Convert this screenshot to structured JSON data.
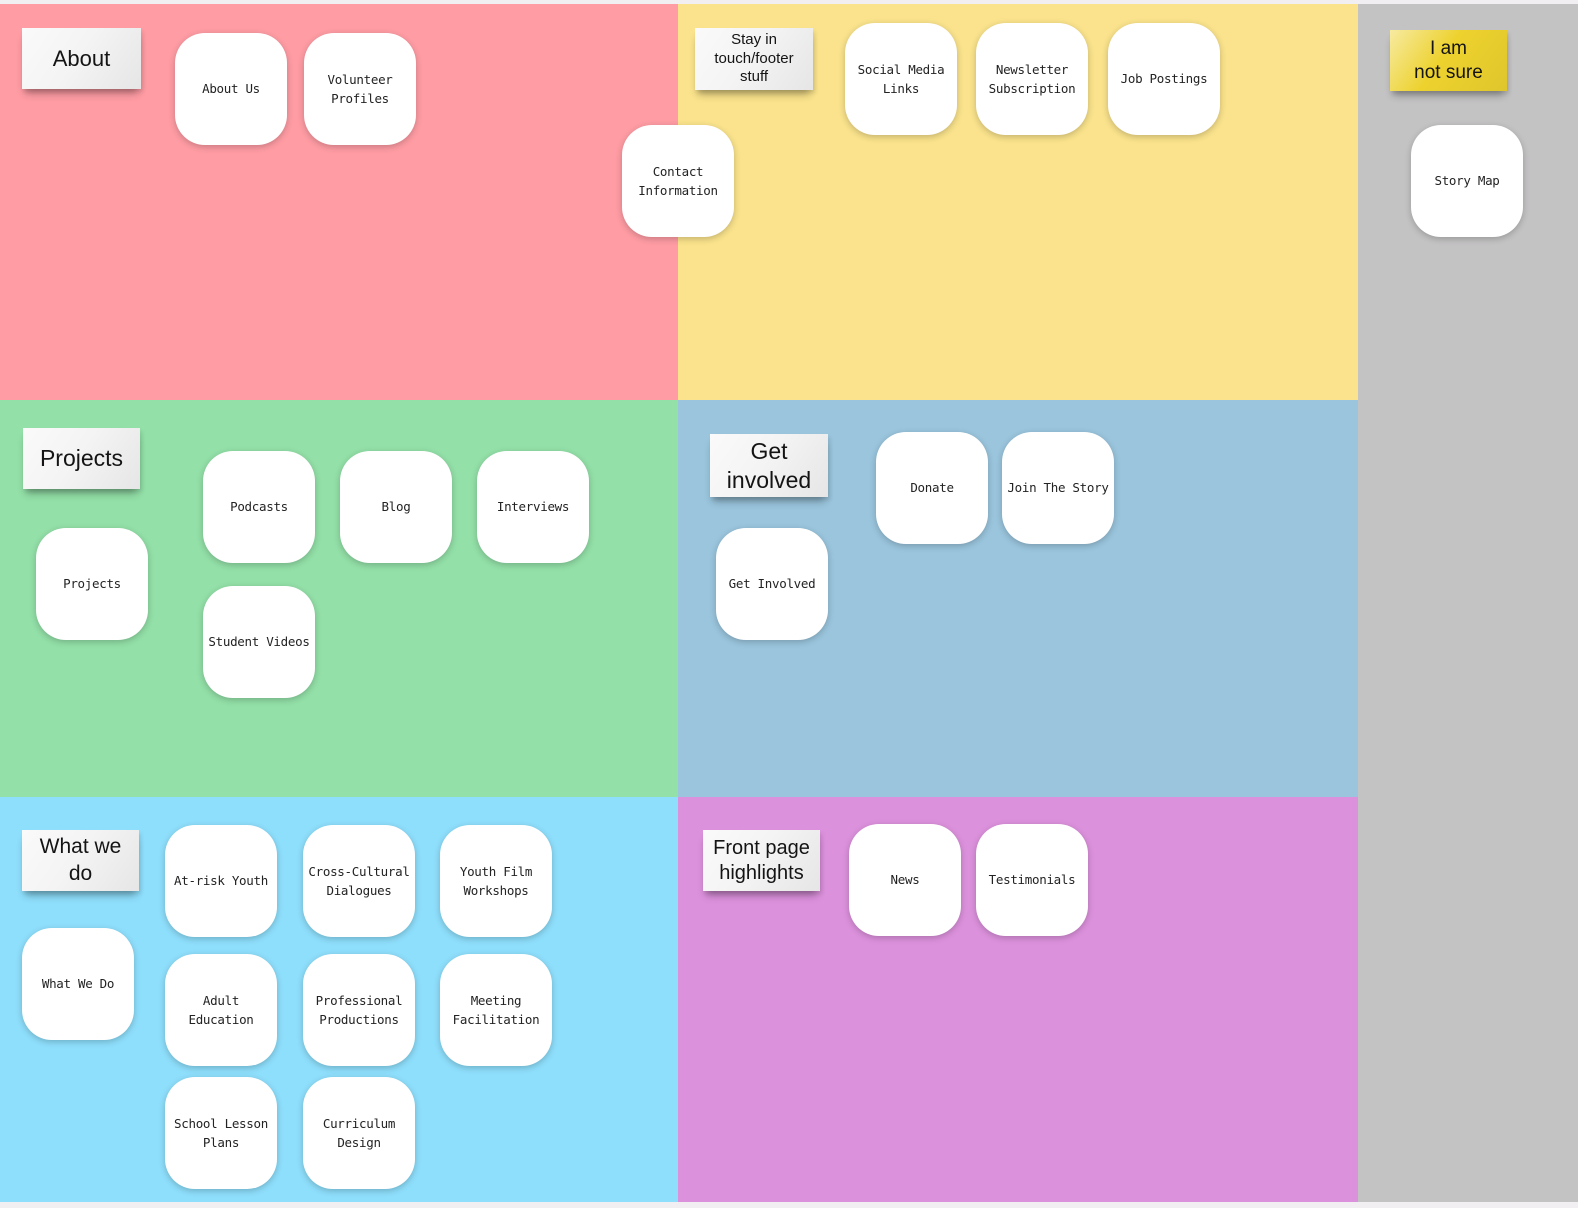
{
  "colors": {
    "page_edge": "#f1eff1",
    "zone_about": "#ff9ca4",
    "zone_stay_in_touch": "#fae38c",
    "zone_not_sure": "#c4c3c4",
    "zone_projects": "#93e0a8",
    "zone_get_involved": "#9ac5dd",
    "zone_what_we_do": "#8edffc",
    "zone_front_page": "#dc91dc",
    "sticky_white": "#f5f4f4",
    "sticky_yellow": "#edd22e",
    "card_white": "#ffffff"
  },
  "zones": [
    {
      "id": "about",
      "label": "About",
      "cards": [
        {
          "label": "About Us"
        },
        {
          "label": "Volunteer Profiles"
        },
        {
          "label": "Contact Information"
        }
      ]
    },
    {
      "id": "stay-in-touch",
      "label": "Stay in\ntouch/footer\nstuff",
      "cards": [
        {
          "label": "Social Media Links"
        },
        {
          "label": "Newsletter Subscription"
        },
        {
          "label": "Job Postings"
        }
      ]
    },
    {
      "id": "not-sure",
      "label": "I am\nnot sure",
      "cards": [
        {
          "label": "Story Map"
        }
      ]
    },
    {
      "id": "projects",
      "label": "Projects",
      "cards": [
        {
          "label": "Podcasts"
        },
        {
          "label": "Blog"
        },
        {
          "label": "Interviews"
        },
        {
          "label": "Projects"
        },
        {
          "label": "Student Videos"
        }
      ]
    },
    {
      "id": "get-involved",
      "label": "Get\ninvolved",
      "cards": [
        {
          "label": "Donate"
        },
        {
          "label": "Join The Story"
        },
        {
          "label": "Get Involved"
        }
      ]
    },
    {
      "id": "what-we-do",
      "label": "What we\ndo",
      "cards": [
        {
          "label": "At-risk Youth"
        },
        {
          "label": "Cross-Cultural Dialogues"
        },
        {
          "label": "Youth Film Workshops"
        },
        {
          "label": "What We Do"
        },
        {
          "label": "Adult Education"
        },
        {
          "label": "Professional Productions"
        },
        {
          "label": "Meeting Facilitation"
        },
        {
          "label": "School Lesson Plans"
        },
        {
          "label": "Curriculum Design"
        }
      ]
    },
    {
      "id": "front-page-highlights",
      "label": "Front page\nhighlights",
      "cards": [
        {
          "label": "News"
        },
        {
          "label": "Testimonials"
        }
      ]
    }
  ]
}
